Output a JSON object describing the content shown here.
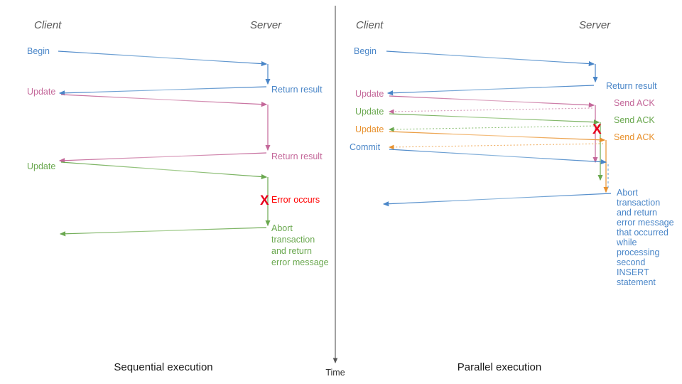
{
  "colors": {
    "blue": "#4a86c8",
    "blue_light": "#7aa9d8",
    "pink": "#c4689a",
    "pink_light": "#d59ab9",
    "green": "#6aa84f",
    "green_light": "#93c47d",
    "orange": "#e8912d",
    "orange_light": "#f0b26a",
    "red": "#e8001c",
    "gray": "#595959",
    "black": "#1a1a1a"
  },
  "left_panel": {
    "name": "Sequential execution",
    "caption": "Sequential execution",
    "client_lane": "Client",
    "server_lane": "Server",
    "client_messages": [
      {
        "label": "Begin",
        "color": "blue"
      },
      {
        "label": "Update",
        "color": "pink"
      },
      {
        "label": "Update",
        "color": "green"
      }
    ],
    "server_messages": [
      {
        "label": "Return result",
        "color": "blue"
      },
      {
        "label": "Return result",
        "color": "pink"
      }
    ],
    "error_marker": "X",
    "error_label": "Error occurs",
    "abort_lines": [
      "Abort",
      "transaction",
      "and return",
      "error message"
    ]
  },
  "right_panel": {
    "name": "Parallel execution",
    "caption": "Parallel execution",
    "client_lane": "Client",
    "server_lane": "Server",
    "client_messages": [
      {
        "label": "Begin",
        "color": "blue"
      },
      {
        "label": "Update",
        "color": "pink"
      },
      {
        "label": "Update",
        "color": "green"
      },
      {
        "label": "Update",
        "color": "orange"
      },
      {
        "label": "Commit",
        "color": "blue"
      }
    ],
    "server_messages": [
      {
        "label": "Return result",
        "color": "blue"
      },
      {
        "label": "Send ACK",
        "color": "pink"
      },
      {
        "label": "Send ACK",
        "color": "green"
      },
      {
        "label": "Send ACK",
        "color": "orange"
      }
    ],
    "error_marker": "X",
    "abort_lines": [
      "Abort",
      "transaction",
      "and return",
      "error message",
      "that occurred",
      "while",
      "processing",
      "second",
      "INSERT",
      "statement"
    ]
  },
  "axis": {
    "label": "Time"
  }
}
